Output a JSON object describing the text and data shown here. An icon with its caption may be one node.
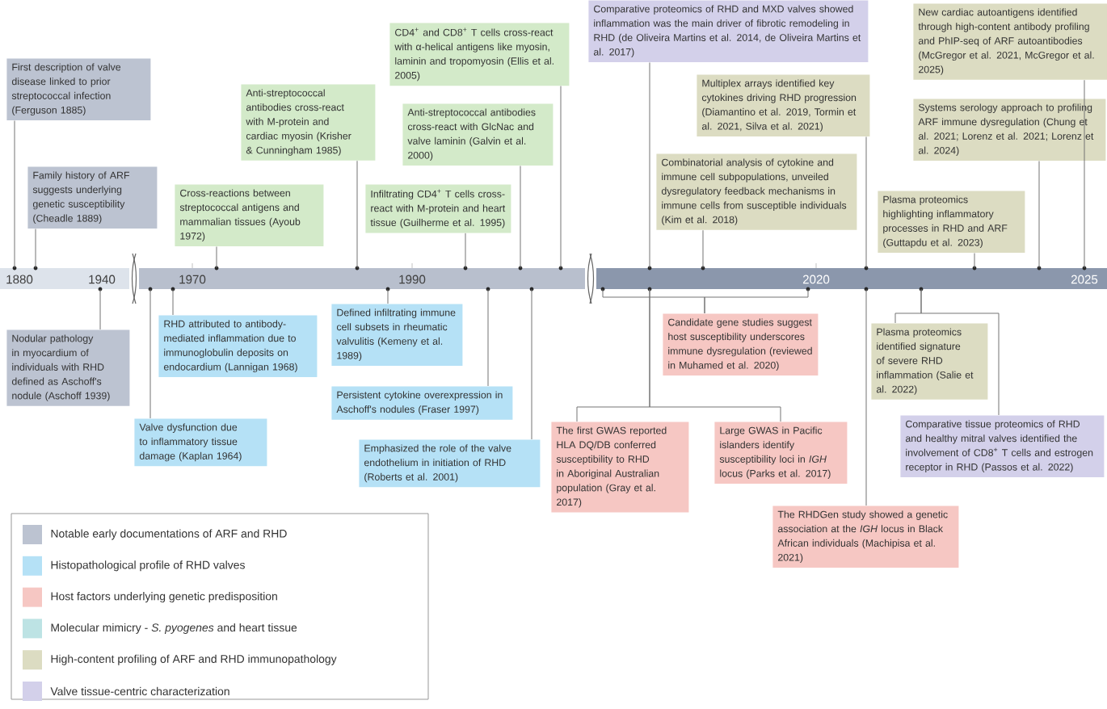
{
  "diagram": {
    "nodes": [
      {
        "text": [
          "First description of valve disease linked to prior streptococcal infection (Ferguson 1885)"
        ]
      },
      {
        "text": [
          "Family history of ARF suggests underlying genetic susceptibility (Cheadle 1889)"
        ]
      },
      {
        "text": [
          "Nodular pathology in myocardium of individuals with RHD defined as Aschoff's nodule (Aschoff 1939)"
        ]
      },
      {
        "text": [
          "Cross-reactions between streptococcal antigens and mammalian tissues (Ayoub 1972)"
        ]
      },
      {
        "text": [
          "Anti-streptococcal antibodies cross-react with M-protein and cardiac myosin (Krisher & Cunningham 1985)"
        ]
      },
      {
        "text": [
          "CD4$^{+}$ and CD8$^{+}$ T cells cross-react with α-helical antigens like myosin, laminin and tropomyosin (Ellis et al. 2005)"
        ]
      },
      {
        "text": [
          "Anti-streptococcal antibodies cross-react with GlcNac and valve laminin (Galvin et al. 2000)"
        ]
      },
      {
        "text": [
          "Infiltrating CD4$^{+}$ T cells cross-react with M-protein and heart tissue (Guilherme et al. 1995)"
        ]
      },
      {
        "text": [
          "RHD attributed to antibody-mediated inflammation due to immunoglobulin deposits on endocardium (Lannigan 1968)"
        ]
      },
      {
        "text": [
          "Valve dysfunction due to inflammatory tissue damage (Kaplan 1964)"
        ]
      },
      {
        "text": [
          "Defined infiltrating immune cell subsets in rheumatic valvulitis (Kemeny et al. 1989)"
        ]
      },
      {
        "text": [
          "Persistent cytokine overexpression in Aschoff's nodules (Fraser 1997)"
        ]
      },
      {
        "text": [
          "Emphasized the role of the valve endothelium in initiation of RHD (Roberts et al. 2001)"
        ]
      },
      {
        "text": [
          "Comparative proteomics of RHD and MXD valves showed inflammation was the main driver of fibrotic remodeling in RHD (de Oliveira Martins et al. 2014, de Oliveira Martins et al. 2017)"
        ]
      },
      {
        "text": [
          "Multiplex arrays identified key cytokines driving RHD progression (Diamantino et al. 2019, Tormin et al. 2021, Silva et al. 2021)"
        ]
      },
      {
        "text": [
          "Combinatorial analysis of cytokine and immune cell subpopulations, unveiled dysregulatory feedback mechanisms in immune cells from susceptible individuals (Kim et al. 2018)"
        ]
      },
      {
        "text": [
          "New cardiac autoantigens identified through high-content antibody profiling and PhIP-seq of ARF autoantibodies (McGregor et al. 2021, McGregor et al. 2025)"
        ]
      },
      {
        "text": [
          "Systems serology approach to profiling ARF immune dysregulation (Chung et al. 2021; Lorenz et al. 2021; Lorenz et al. 2024)"
        ]
      },
      {
        "text": [
          "Plasma proteomics highlighting inflammatory processes in RHD and ARF (Guttapdu et al. 2023)"
        ]
      },
      {
        "text": [
          "Candidate gene studies suggest host susceptibility underscores immune dysregulation (reviewed in Muhamed et al. 2020)"
        ]
      },
      {
        "text": [
          "The first GWAS reported HLA DQ/DB conferred susceptibility to RHD in Aboriginal Australian population (Gray et al. 2017)"
        ]
      },
      {
        "text": [
          "Large GWAS in Pacific islanders identify susceptibility loci in *IGH* locus (Parks et al. 2017)"
        ]
      },
      {
        "text": [
          "The RHDGen study showed a genetic association at the *IGH* locus in Black African individuals (Machipisa et al. 2021)"
        ]
      },
      {
        "text": [
          "Plasma proteomics identified signature of severe RHD inflammation (Salie et al. 2022)"
        ]
      },
      {
        "text": [
          "Comparative tissue proteomics of RHD and healthy mitral valves identified the involvement of CD8$^{+}$ T cells and estrogen receptor in RHD (Passos et al. 2022)"
        ]
      },
      {
        "text": [
          "1880",
          "1940"
        ]
      },
      {
        "text": [
          "1970",
          "1990"
        ]
      },
      {
        "text": [
          "2020",
          "2025"
        ]
      }
    ],
    "edges": [
      {
        "from": 0,
        "to": 25,
        "arrow": "none"
      },
      {
        "from": 1,
        "to": 25,
        "arrow": "none"
      },
      {
        "from": 2,
        "to": 25,
        "arrow": "none"
      },
      {
        "from": 3,
        "to": 26,
        "arrow": "none"
      },
      {
        "from": 4,
        "to": 26,
        "arrow": "none"
      },
      {
        "from": 5,
        "to": 26,
        "arrow": "none"
      },
      {
        "from": 6,
        "to": 26,
        "arrow": "none"
      },
      {
        "from": 7,
        "to": 26,
        "arrow": "none"
      },
      {
        "from": 8,
        "to": 26,
        "arrow": "none"
      },
      {
        "from": 9,
        "to": 26,
        "arrow": "none"
      },
      {
        "from": 10,
        "to": 26,
        "arrow": "none"
      },
      {
        "from": 11,
        "to": 26,
        "arrow": "none"
      },
      {
        "from": 12,
        "to": 26,
        "arrow": "none"
      },
      {
        "from": 13,
        "to": 27,
        "arrow": "none"
      },
      {
        "from": 14,
        "to": 27,
        "arrow": "none"
      },
      {
        "from": 15,
        "to": 27,
        "arrow": "none"
      },
      {
        "from": 16,
        "to": 27,
        "arrow": "none"
      },
      {
        "from": 17,
        "to": 27,
        "arrow": "none"
      },
      {
        "from": 18,
        "to": 27,
        "arrow": "none"
      },
      {
        "from": 19,
        "to": 27,
        "arrow": "none"
      },
      {
        "from": 19,
        "to": 27,
        "arrow": "none"
      },
      {
        "from": 20,
        "to": 27,
        "arrow": "none"
      },
      {
        "from": 21,
        "to": 27,
        "arrow": "none"
      },
      {
        "from": 22,
        "to": 27,
        "arrow": "none"
      },
      {
        "from": 23,
        "to": 27,
        "arrow": "none"
      },
      {
        "from": 24,
        "to": 27,
        "arrow": "none"
      }
    ],
    "legend": [
      {
        "text": "Notable early documentations of ARF and RHD",
        "color": "#bcc3d1"
      },
      {
        "text": "Histopathological profile of RHD valves",
        "color": "#b5e1f6"
      },
      {
        "text": "Host factors underlying genetic predisposition",
        "color": "#f6c7c3"
      },
      {
        "text": "Molecular mimicry - *S. pyogenes* and heart tissue",
        "color": "#bde3e4"
      },
      {
        "text": "High-content profiling of ARF and RHD immunopathology",
        "color": "#dcdcc2"
      },
      {
        "text": "Valve tissue-centric characterization",
        "color": "#d3d0ea"
      }
    ]
  }
}
